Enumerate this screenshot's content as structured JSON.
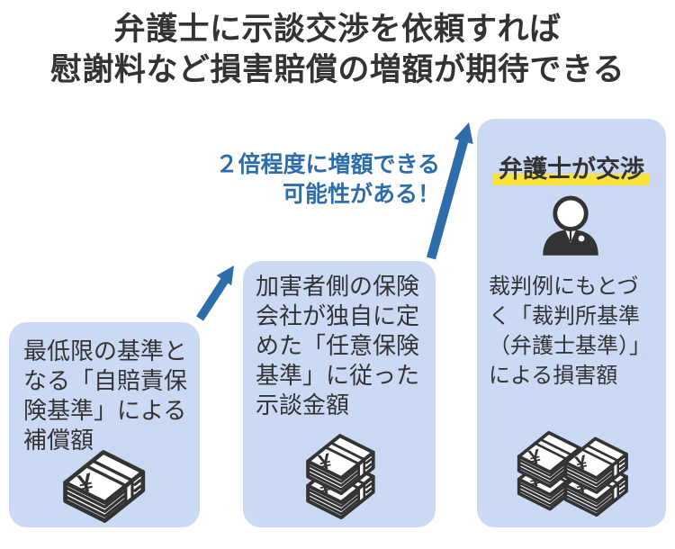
{
  "title": "弁護士に示談交渉を依頼すれば\n慰謝料など損害賠償の増額が期待できる",
  "callout": "２倍程度に増額できる\n可能性がある！",
  "boxes": [
    {
      "text": "最低限の基準と\nなる「自賠責保\n険基準」による\n補償額",
      "money_stacks": 1
    },
    {
      "text": "加害者側の保険\n会社が独自に定\nめた「任意保険\n基準」に従った\n示談金額",
      "money_stacks": 2
    },
    {
      "header": "弁護士が交渉",
      "text": "裁判例にもとづ\nく「裁判所基準\n（弁護士基準）」\nによる損害額",
      "money_stacks": 4
    }
  ],
  "icons": {
    "money_stack": "money-stack-icon",
    "lawyer": "lawyer-person-icon",
    "up_arrow": "increase-arrow-icon"
  },
  "colors": {
    "box_background": "#ccd9f5",
    "accent_blue": "#2e6dac",
    "highlight_yellow": "#fbe23d",
    "text_dark": "#333333"
  }
}
